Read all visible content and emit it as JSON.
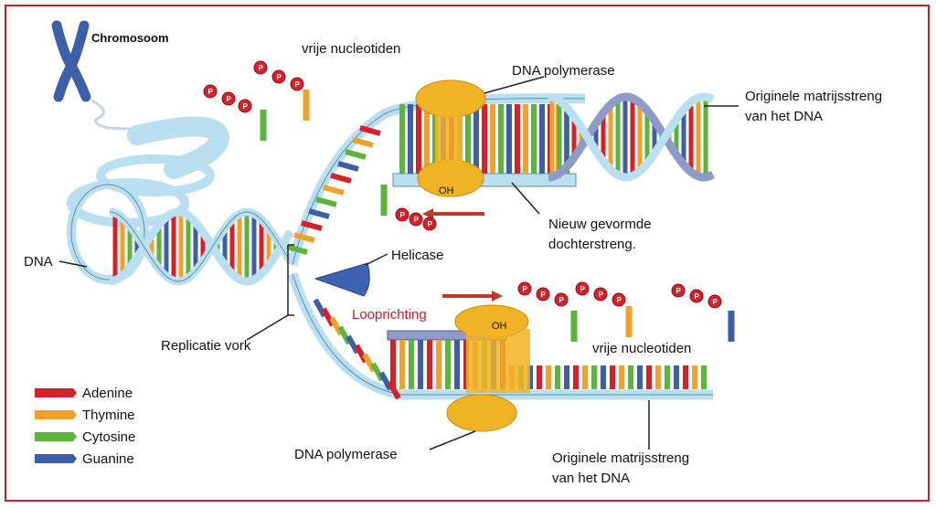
{
  "labels": {
    "chromosome": "Chromosoom",
    "free_nucleotides_top": "vrije nucleotiden",
    "dna_polymerase_top": "DNA polymerase",
    "original_strand_top_line1": "Originele matrijsstreng",
    "original_strand_top_line2": "van het DNA",
    "new_strand_line1": "Nieuw gevormde",
    "new_strand_line2": "dochterstreng.",
    "dna": "DNA",
    "helicase": "Helicase",
    "direction": "Looprichting",
    "oh_top": "OH",
    "oh_bottom": "OH",
    "free_nucleotides_bottom": "vrije nucleotiden",
    "replication_fork": "Replicatie vork",
    "dna_polymerase_bottom": "DNA polymerase",
    "original_strand_bottom_line1": "Originele matrijsstreng",
    "original_strand_bottom_line2": "van het DNA",
    "phosphate": "P"
  },
  "legend": [
    {
      "name": "Adenine",
      "color": "#d6212b"
    },
    {
      "name": "Thymine",
      "color": "#f0a12c"
    },
    {
      "name": "Cytosine",
      "color": "#5cb33d"
    },
    {
      "name": "Guanine",
      "color": "#3d5fa8"
    }
  ],
  "colors": {
    "frame": "#c8202a",
    "backbone": "#b9dff0",
    "backbone_edge": "#5d8fae",
    "polymerase": "#f0b323",
    "helicase": "#3f63b3",
    "chromosome": "#3d5fa8",
    "arrow": "#c0392b"
  }
}
